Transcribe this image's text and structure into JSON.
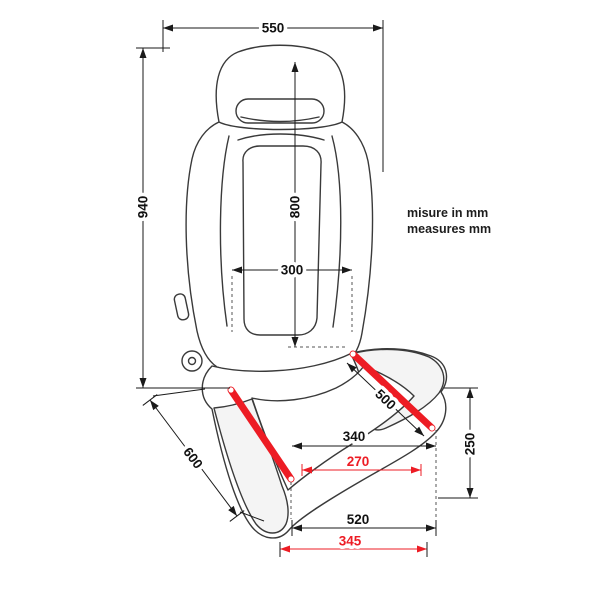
{
  "diagram": {
    "title": "racing-seat-dimension-diagram",
    "note": {
      "line1": "misure in mm",
      "line2": "measures mm"
    },
    "dims": {
      "top_width": "550",
      "overall_height": "940",
      "backrest_height": "800",
      "inner_width": "300",
      "rail_length": "500",
      "seat_depth": "600",
      "cushion_height": "250",
      "seat_width_inner": "340",
      "rail_inner_spacing": "270",
      "base_width": "520",
      "rail_outer_spacing": "345"
    },
    "colors": {
      "red": "#ed1c24",
      "line": "#1a1a1a"
    },
    "units": "mm"
  }
}
